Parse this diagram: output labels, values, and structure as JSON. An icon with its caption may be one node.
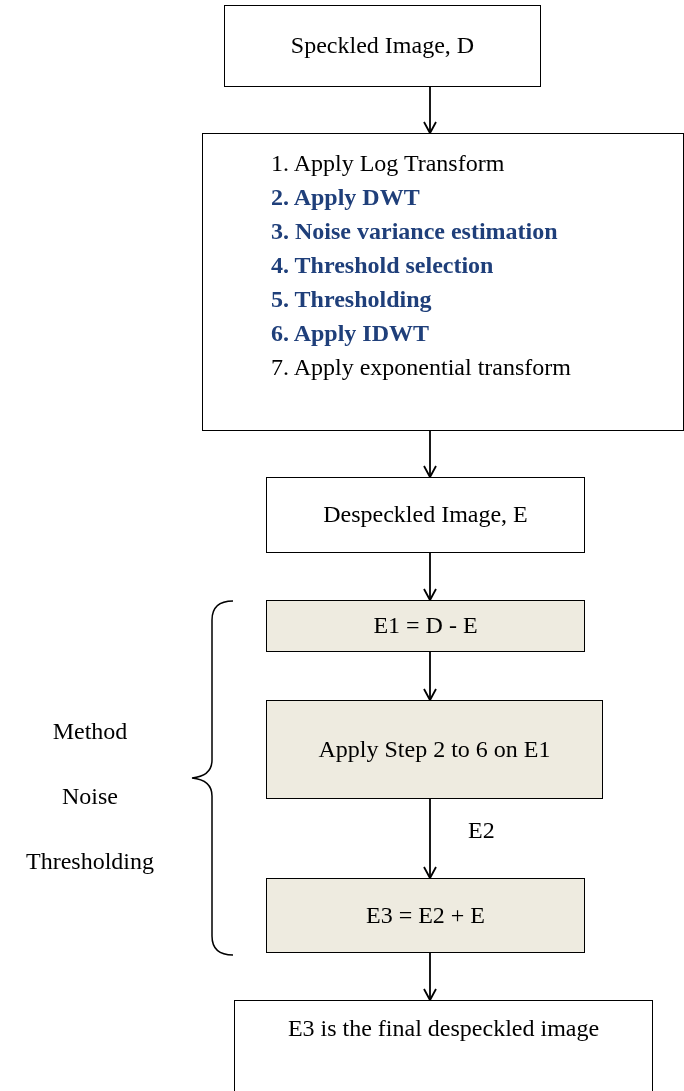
{
  "diagram": {
    "nodes": [
      {
        "text": [
          "Speckled Image, D"
        ]
      },
      {
        "text": [
          "1. Apply Log Transform",
          "**2. Apply DWT**",
          "**3. Noise variance estimation**",
          "**4. Threshold selection**",
          "**5. Thresholding**",
          "**6. Apply IDWT**",
          "7. Apply exponential transform"
        ]
      },
      {
        "text": [
          "Despeckled Image, E"
        ]
      },
      {
        "text": [
          "E1 = D - E"
        ]
      },
      {
        "text": [
          "Apply Step 2 to 6 on E1"
        ]
      },
      {
        "text": [
          "E3 = E2 + E"
        ]
      },
      {
        "text": [
          "E3 is the final despeckled image"
        ]
      }
    ],
    "edges": [
      {
        "from": 0,
        "to": 1,
        "arrow": "to"
      },
      {
        "from": 1,
        "to": 2,
        "arrow": "to"
      },
      {
        "from": 2,
        "to": 3,
        "arrow": "to"
      },
      {
        "from": 3,
        "to": 4,
        "arrow": "to"
      },
      {
        "from": 4,
        "to": 5,
        "arrow": "to",
        "label": "E2"
      },
      {
        "from": 5,
        "to": 6,
        "arrow": "to"
      }
    ],
    "labels": [
      "Method",
      "Noise",
      "Thresholding"
    ]
  }
}
